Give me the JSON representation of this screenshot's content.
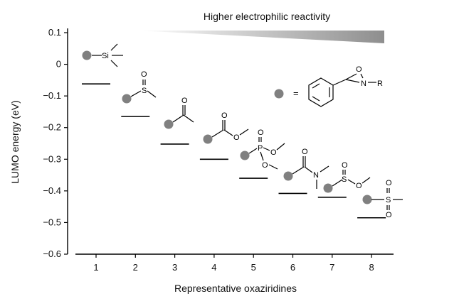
{
  "chart_data": {
    "type": "scatter",
    "title": "Higher electrophilic reactivity",
    "xlabel": "Representative oxaziridines",
    "ylabel": "LUMO energy (eV)",
    "ylim": [
      -0.6,
      0.1
    ],
    "xlim": [
      0.5,
      8.5
    ],
    "y_ticks": [
      "0.1",
      "0",
      "−0.1",
      "−0.2",
      "−0.3",
      "−0.4",
      "−0.5",
      "−0.6"
    ],
    "x_ticks": [
      "1",
      "2",
      "3",
      "4",
      "5",
      "6",
      "7",
      "8"
    ],
    "series": [
      {
        "x": [
          1,
          2,
          3,
          4,
          5,
          6,
          7,
          8
        ],
        "values": [
          -0.062,
          -0.165,
          -0.252,
          -0.3,
          -0.36,
          -0.408,
          -0.42,
          -0.485
        ]
      }
    ],
    "legend": {
      "equals": "=",
      "atoms": {
        "oxygen": "O",
        "nitrogen": "N",
        "r_group": "R"
      }
    },
    "structure_atoms": {
      "si": "Si",
      "s": "S",
      "o": "O",
      "p": "P",
      "n": "N"
    }
  }
}
